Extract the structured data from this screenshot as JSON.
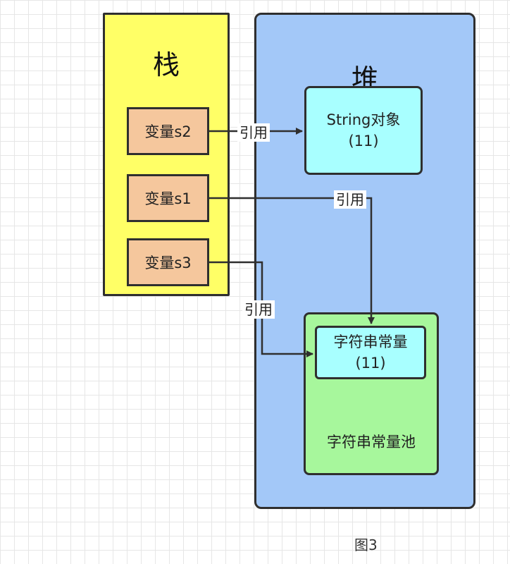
{
  "stack": {
    "title": "栈"
  },
  "heap": {
    "title": "堆"
  },
  "variables": {
    "s2": "变量s2",
    "s1": "变量s1",
    "s3": "变量s3"
  },
  "string_object": {
    "line1": "String对象",
    "line2": "(11)"
  },
  "constant_pool": {
    "label": "字符串常量池",
    "entry_line1": "字符串常量",
    "entry_line2": "(11)"
  },
  "edges": {
    "s2_label": "引用",
    "s1_label": "引用",
    "s3_label": "引用"
  },
  "caption": "图3",
  "colors": {
    "stack_fill": "#ffff66",
    "heap_fill": "#a3c8f8",
    "variable_fill": "#f5c79d",
    "object_fill": "#a8ffff",
    "pool_fill": "#a7f79c",
    "stroke": "#2f2f2f"
  }
}
